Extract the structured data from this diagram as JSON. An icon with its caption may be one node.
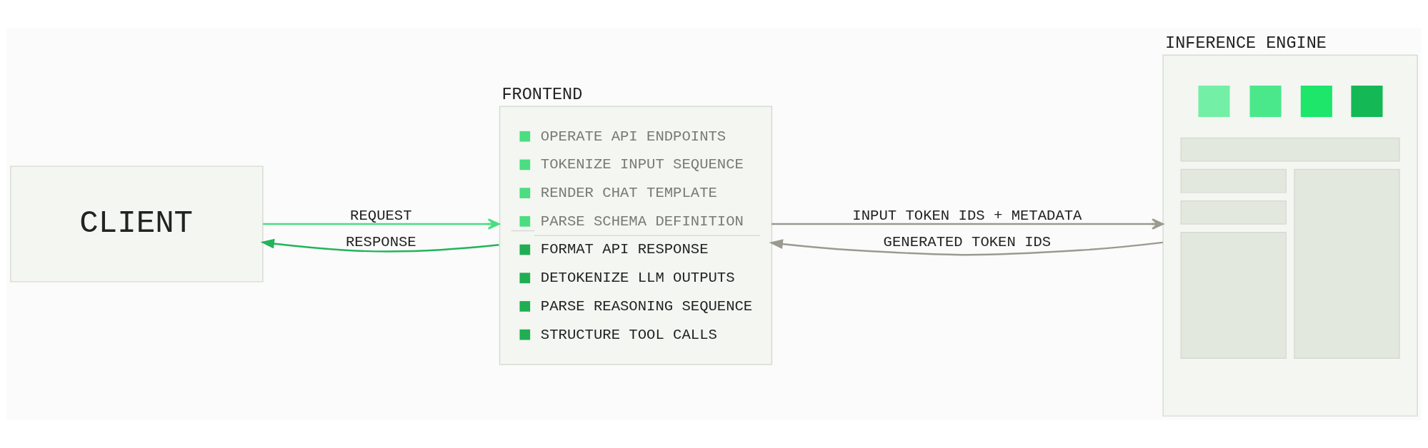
{
  "diagram": {
    "nodes": [
      {
        "text": [
          "CLIENT"
        ]
      },
      {
        "text": [
          "FRONTEND",
          "OPERATE API ENDPOINTS",
          "TOKENIZE INPUT SEQUENCE",
          "RENDER CHAT TEMPLATE",
          "PARSE SCHEMA DEFINITION",
          "FORMAT API RESPONSE",
          "DETOKENIZE LLM OUTPUTS",
          "PARSE REASONING SEQUENCE",
          "STRUCTURE TOOL CALLS"
        ]
      },
      {
        "text": [
          "INFERENCE ENGINE"
        ]
      }
    ],
    "edges": [
      {
        "from": 0,
        "to": 1,
        "arrow": "to",
        "label": "REQUEST",
        "color": "#4ade80"
      },
      {
        "from": 1,
        "to": 0,
        "arrow": "to",
        "label": "RESPONSE",
        "color": "#22b45a"
      },
      {
        "from": 1,
        "to": 2,
        "arrow": "to",
        "label": "INPUT TOKEN IDS + METADATA",
        "color": "#9a9a90"
      },
      {
        "from": 2,
        "to": 1,
        "arrow": "to",
        "label": "GENERATED TOKEN IDS",
        "color": "#9a9a90"
      }
    ]
  }
}
